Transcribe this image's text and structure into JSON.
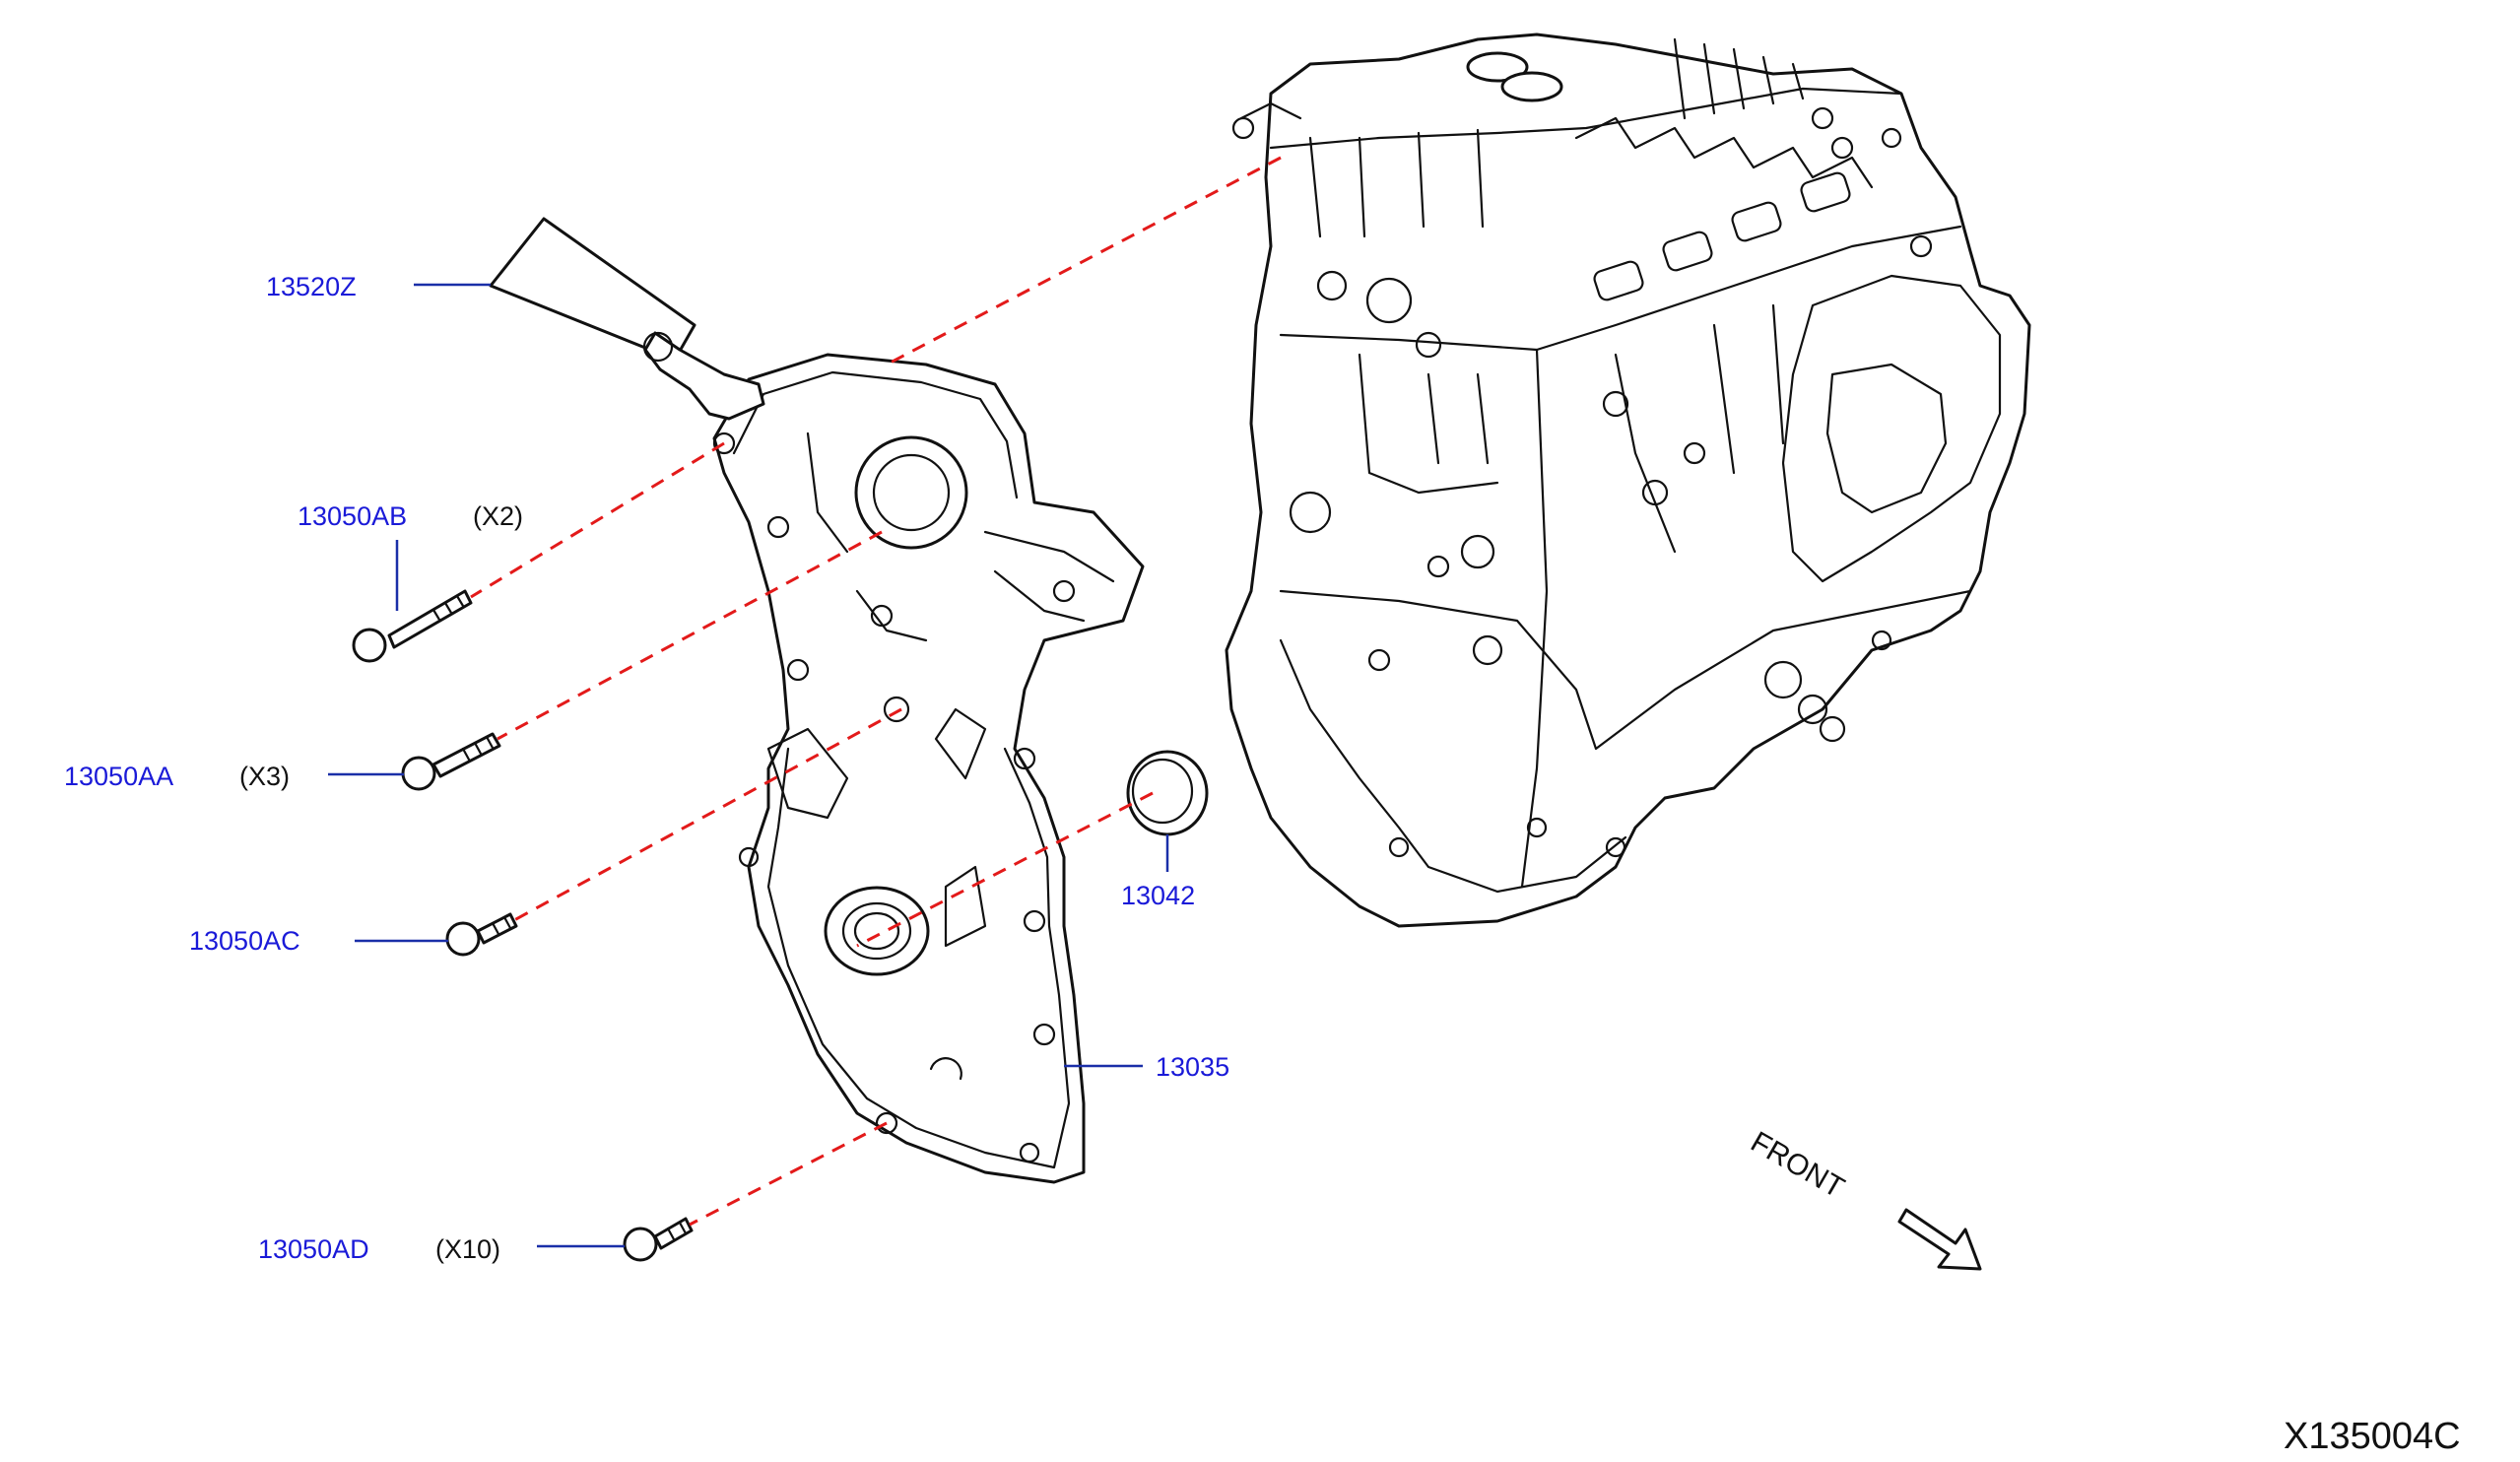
{
  "parts": [
    {
      "id": "sealant",
      "part_number": "13520Z",
      "quantity": ""
    },
    {
      "id": "bolt_ab",
      "part_number": "13050AB",
      "quantity": "(X2)"
    },
    {
      "id": "bolt_aa",
      "part_number": "13050AA",
      "quantity": "(X3)"
    },
    {
      "id": "bolt_ac",
      "part_number": "13050AC",
      "quantity": ""
    },
    {
      "id": "oil_seal",
      "part_number": "13042",
      "quantity": ""
    },
    {
      "id": "front_cover",
      "part_number": "13035",
      "quantity": ""
    },
    {
      "id": "bolt_ad",
      "part_number": "13050AD",
      "quantity": "(X10)"
    }
  ],
  "direction_label": "FRONT",
  "diagram_code": "X135004C",
  "colors": {
    "label": "#1a1ad8",
    "leader": "#1a2fa8",
    "dashed_line": "#e31a1a",
    "linework": "#111111"
  }
}
